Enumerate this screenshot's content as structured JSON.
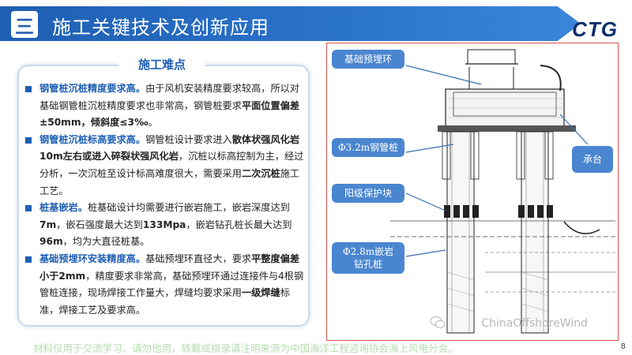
{
  "header": {
    "menu_glyph": "三",
    "title": "施工关键技术及创新应用",
    "logo": "CTG",
    "bar_color": "#1f5fb3"
  },
  "panel": {
    "title": "施工难点",
    "items": [
      {
        "parts": [
          {
            "t": "钢管桩沉桩精度要求高。",
            "s": "head"
          },
          {
            "t": "由于风机安装精度要求较高，所以对基础钢管桩沉桩精度要求也非常高，钢管桩要求",
            "s": ""
          },
          {
            "t": "平面位置偏差±50mm，倾斜度≤3‰",
            "s": "b"
          },
          {
            "t": "。",
            "s": ""
          }
        ]
      },
      {
        "parts": [
          {
            "t": "钢管桩沉桩标高要求高。",
            "s": "head"
          },
          {
            "t": "钢管桩设计要求进入",
            "s": ""
          },
          {
            "t": "散体状强风化岩10m左右或进入碎裂状强风化岩",
            "s": "b"
          },
          {
            "t": "，沉桩以标高控制为主，经过分析，一次沉桩至设计标高难度很大，需要采用",
            "s": ""
          },
          {
            "t": "二次沉桩",
            "s": "b"
          },
          {
            "t": "施工工艺。",
            "s": ""
          }
        ]
      },
      {
        "parts": [
          {
            "t": "桩基嵌岩。",
            "s": "head"
          },
          {
            "t": "桩基础设计均需要进行嵌岩施工，嵌岩深度达到",
            "s": ""
          },
          {
            "t": "7m",
            "s": "b"
          },
          {
            "t": "，嵌石强度最大达到",
            "s": ""
          },
          {
            "t": "133Mpa",
            "s": "b"
          },
          {
            "t": "，嵌岩钻孔桩长最大达到",
            "s": ""
          },
          {
            "t": "96m",
            "s": "b"
          },
          {
            "t": "，均为大直径桩基。",
            "s": ""
          }
        ]
      },
      {
        "parts": [
          {
            "t": "基础预埋环安装精度高。",
            "s": "head"
          },
          {
            "t": "基础预埋环直径大，要求",
            "s": ""
          },
          {
            "t": "平整度偏差小于2mm",
            "s": "b"
          },
          {
            "t": "，精度要求非常高，基础预埋环通过连接件与4根钢管桩连接，现场焊接工作量大，焊缝均要求采用",
            "s": ""
          },
          {
            "t": "一级焊缝",
            "s": "b"
          },
          {
            "t": "标准，焊接工艺及要求高。",
            "s": ""
          }
        ]
      }
    ]
  },
  "drawing": {
    "callouts": {
      "embedded_ring": "基础预埋环",
      "steel_pile": "Φ3.2m钢管桩",
      "cap": "承台",
      "anode_block": "阳级保护块",
      "bored_pile_line1": "Φ2.8m嵌岩",
      "bored_pile_line2": "钻孔桩"
    },
    "border_color": "#d9534f",
    "callout_color": "#4a86d0"
  },
  "watermark": "ChinaOffshoreWind",
  "footer": "材料仅用于交流学习，请勿他用，转载或摘录请注明来源为中国海洋工程咨询协会海上风电分会。",
  "page_number": "8"
}
